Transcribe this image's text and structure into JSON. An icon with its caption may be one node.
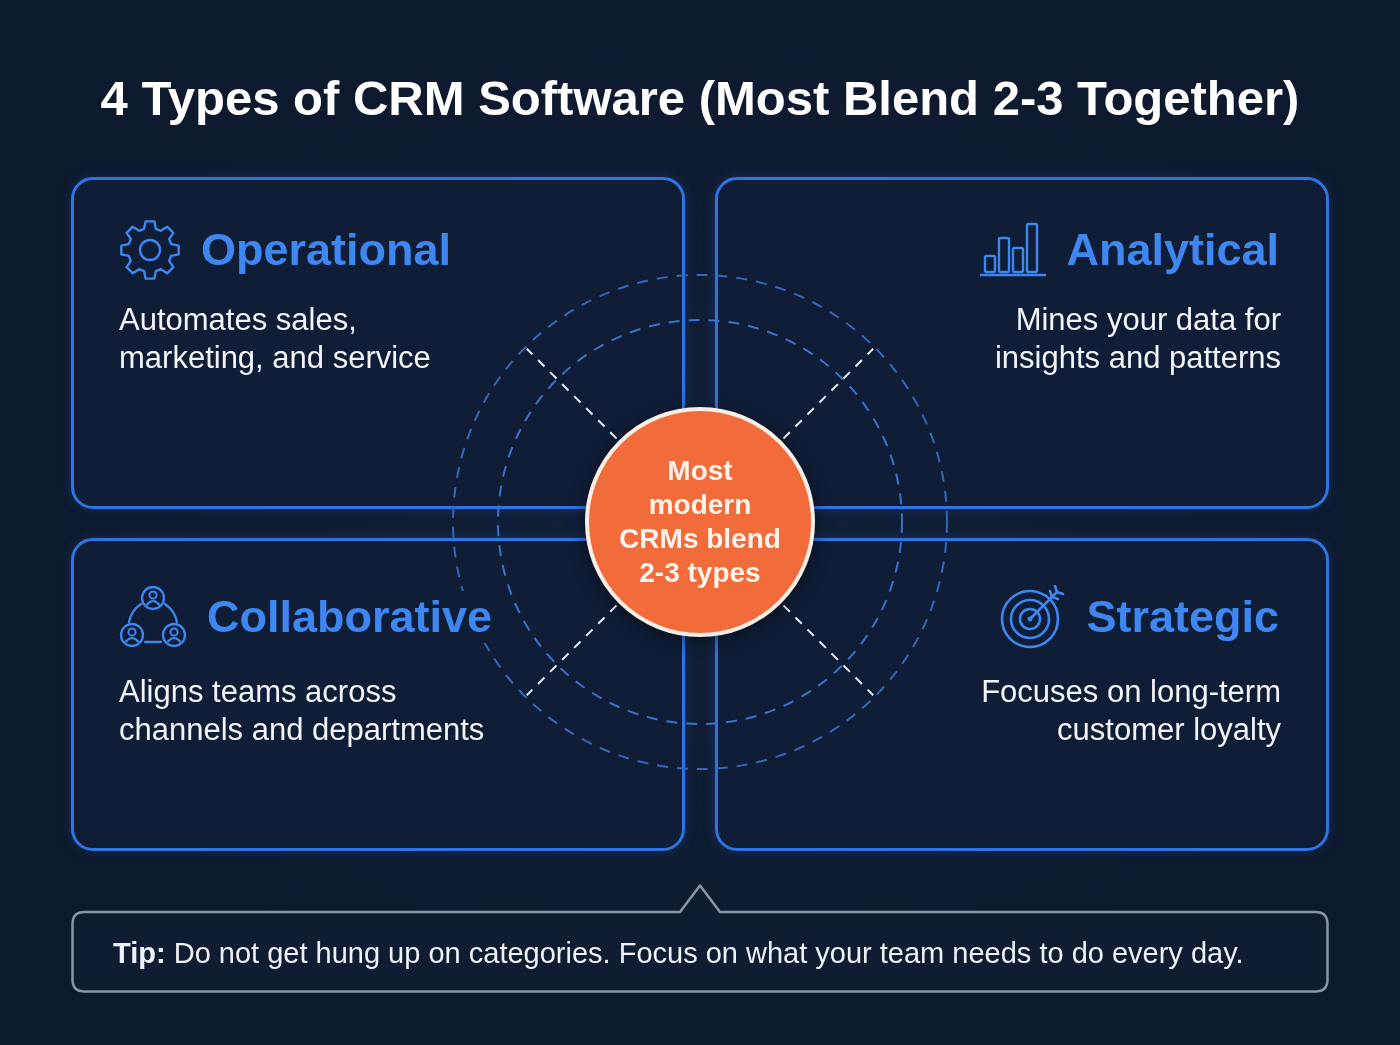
{
  "diagram": {
    "title": "4 Types of CRM Software (Most Blend 2-3 Together)",
    "nodes": [
      {
        "text": [
          "Operational",
          "Automates sales, marketing, and service"
        ]
      },
      {
        "text": [
          "Analytical",
          "Mines your data for insights and patterns"
        ]
      },
      {
        "text": [
          "Collaborative",
          "Aligns teams across channels and departments"
        ]
      },
      {
        "text": [
          "Strategic",
          "Focuses on long-term customer loyalty"
        ]
      },
      {
        "text": [
          "Most modern CRMs blend 2-3 types"
        ]
      },
      {
        "text": [
          "**Tip:** Do not get hung up on categories. Focus on what your team needs to do every day."
        ]
      }
    ]
  }
}
